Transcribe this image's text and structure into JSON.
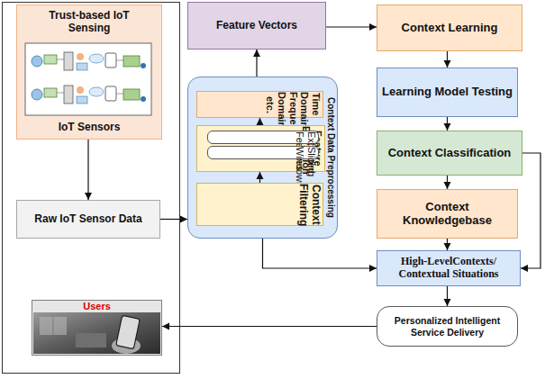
{
  "diagram": {
    "nodes": [
      {
        "text": [
          "Trust-based IoT Sensing",
          "IoT Sensors"
        ]
      },
      {
        "text": [
          "Raw IoT Sensor Data"
        ]
      },
      {
        "text": [
          "Users"
        ]
      },
      {
        "text": [
          "Context Data Preprocessing"
        ]
      },
      {
        "text": [
          "Time Domain Frequency Domain etc."
        ],
        "in": 3
      },
      {
        "text": [
          "Feature Extraction"
        ],
        "in": 3
      },
      {
        "text": [
          "Extracted Features"
        ],
        "in": 5
      },
      {
        "text": [
          "Sliding Windows"
        ],
        "in": 5
      },
      {
        "text": [
          "Context Filtering"
        ],
        "in": 3
      },
      {
        "text": [
          "Feature Vectors"
        ]
      },
      {
        "text": [
          "Context Learning"
        ]
      },
      {
        "text": [
          "Learning Model Testing"
        ]
      },
      {
        "text": [
          "Context Classification"
        ]
      },
      {
        "text": [
          "Context Knowledgebase"
        ]
      },
      {
        "text": [
          "High-LevelContexts/ Contextual Situations"
        ]
      },
      {
        "text": [
          "Personalized Intelligent Service Delivery"
        ]
      }
    ],
    "edges": [
      {
        "from": 0,
        "to": 1,
        "arrow": "to"
      },
      {
        "from": 1,
        "to": 3,
        "arrow": "to"
      },
      {
        "from": 8,
        "to": 5,
        "arrow": "to"
      },
      {
        "from": 5,
        "to": 4,
        "arrow": "to"
      },
      {
        "from": 3,
        "to": 9,
        "arrow": "to"
      },
      {
        "from": 9,
        "to": 10,
        "arrow": "to"
      },
      {
        "from": 10,
        "to": 11,
        "arrow": "to"
      },
      {
        "from": 11,
        "to": 12,
        "arrow": "to"
      },
      {
        "from": 12,
        "to": 13,
        "arrow": "to"
      },
      {
        "from": 13,
        "to": 14,
        "arrow": "to"
      },
      {
        "from": 12,
        "to": 14,
        "arrow": "to"
      },
      {
        "from": 3,
        "to": 14,
        "arrow": "to"
      },
      {
        "from": 14,
        "to": 15,
        "arrow": "to"
      },
      {
        "from": 15,
        "to": 2,
        "arrow": "to"
      }
    ]
  }
}
